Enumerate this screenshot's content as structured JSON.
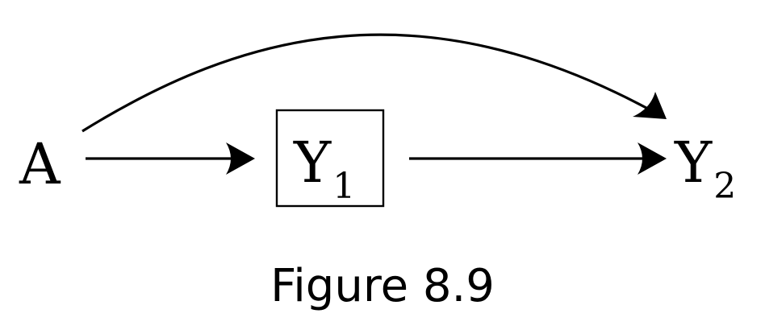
{
  "nodes": {
    "a": {
      "label": "A"
    },
    "y1": {
      "label": "Y",
      "subscript": "1",
      "boxed": true
    },
    "y2": {
      "label": "Y",
      "subscript": "2"
    }
  },
  "edges": [
    {
      "from": "A",
      "to": "Y1"
    },
    {
      "from": "Y1",
      "to": "Y2"
    },
    {
      "from": "A",
      "to": "Y2"
    }
  ],
  "caption": "Figure 8.9",
  "colors": {
    "ink": "#000000",
    "background": "#ffffff"
  }
}
